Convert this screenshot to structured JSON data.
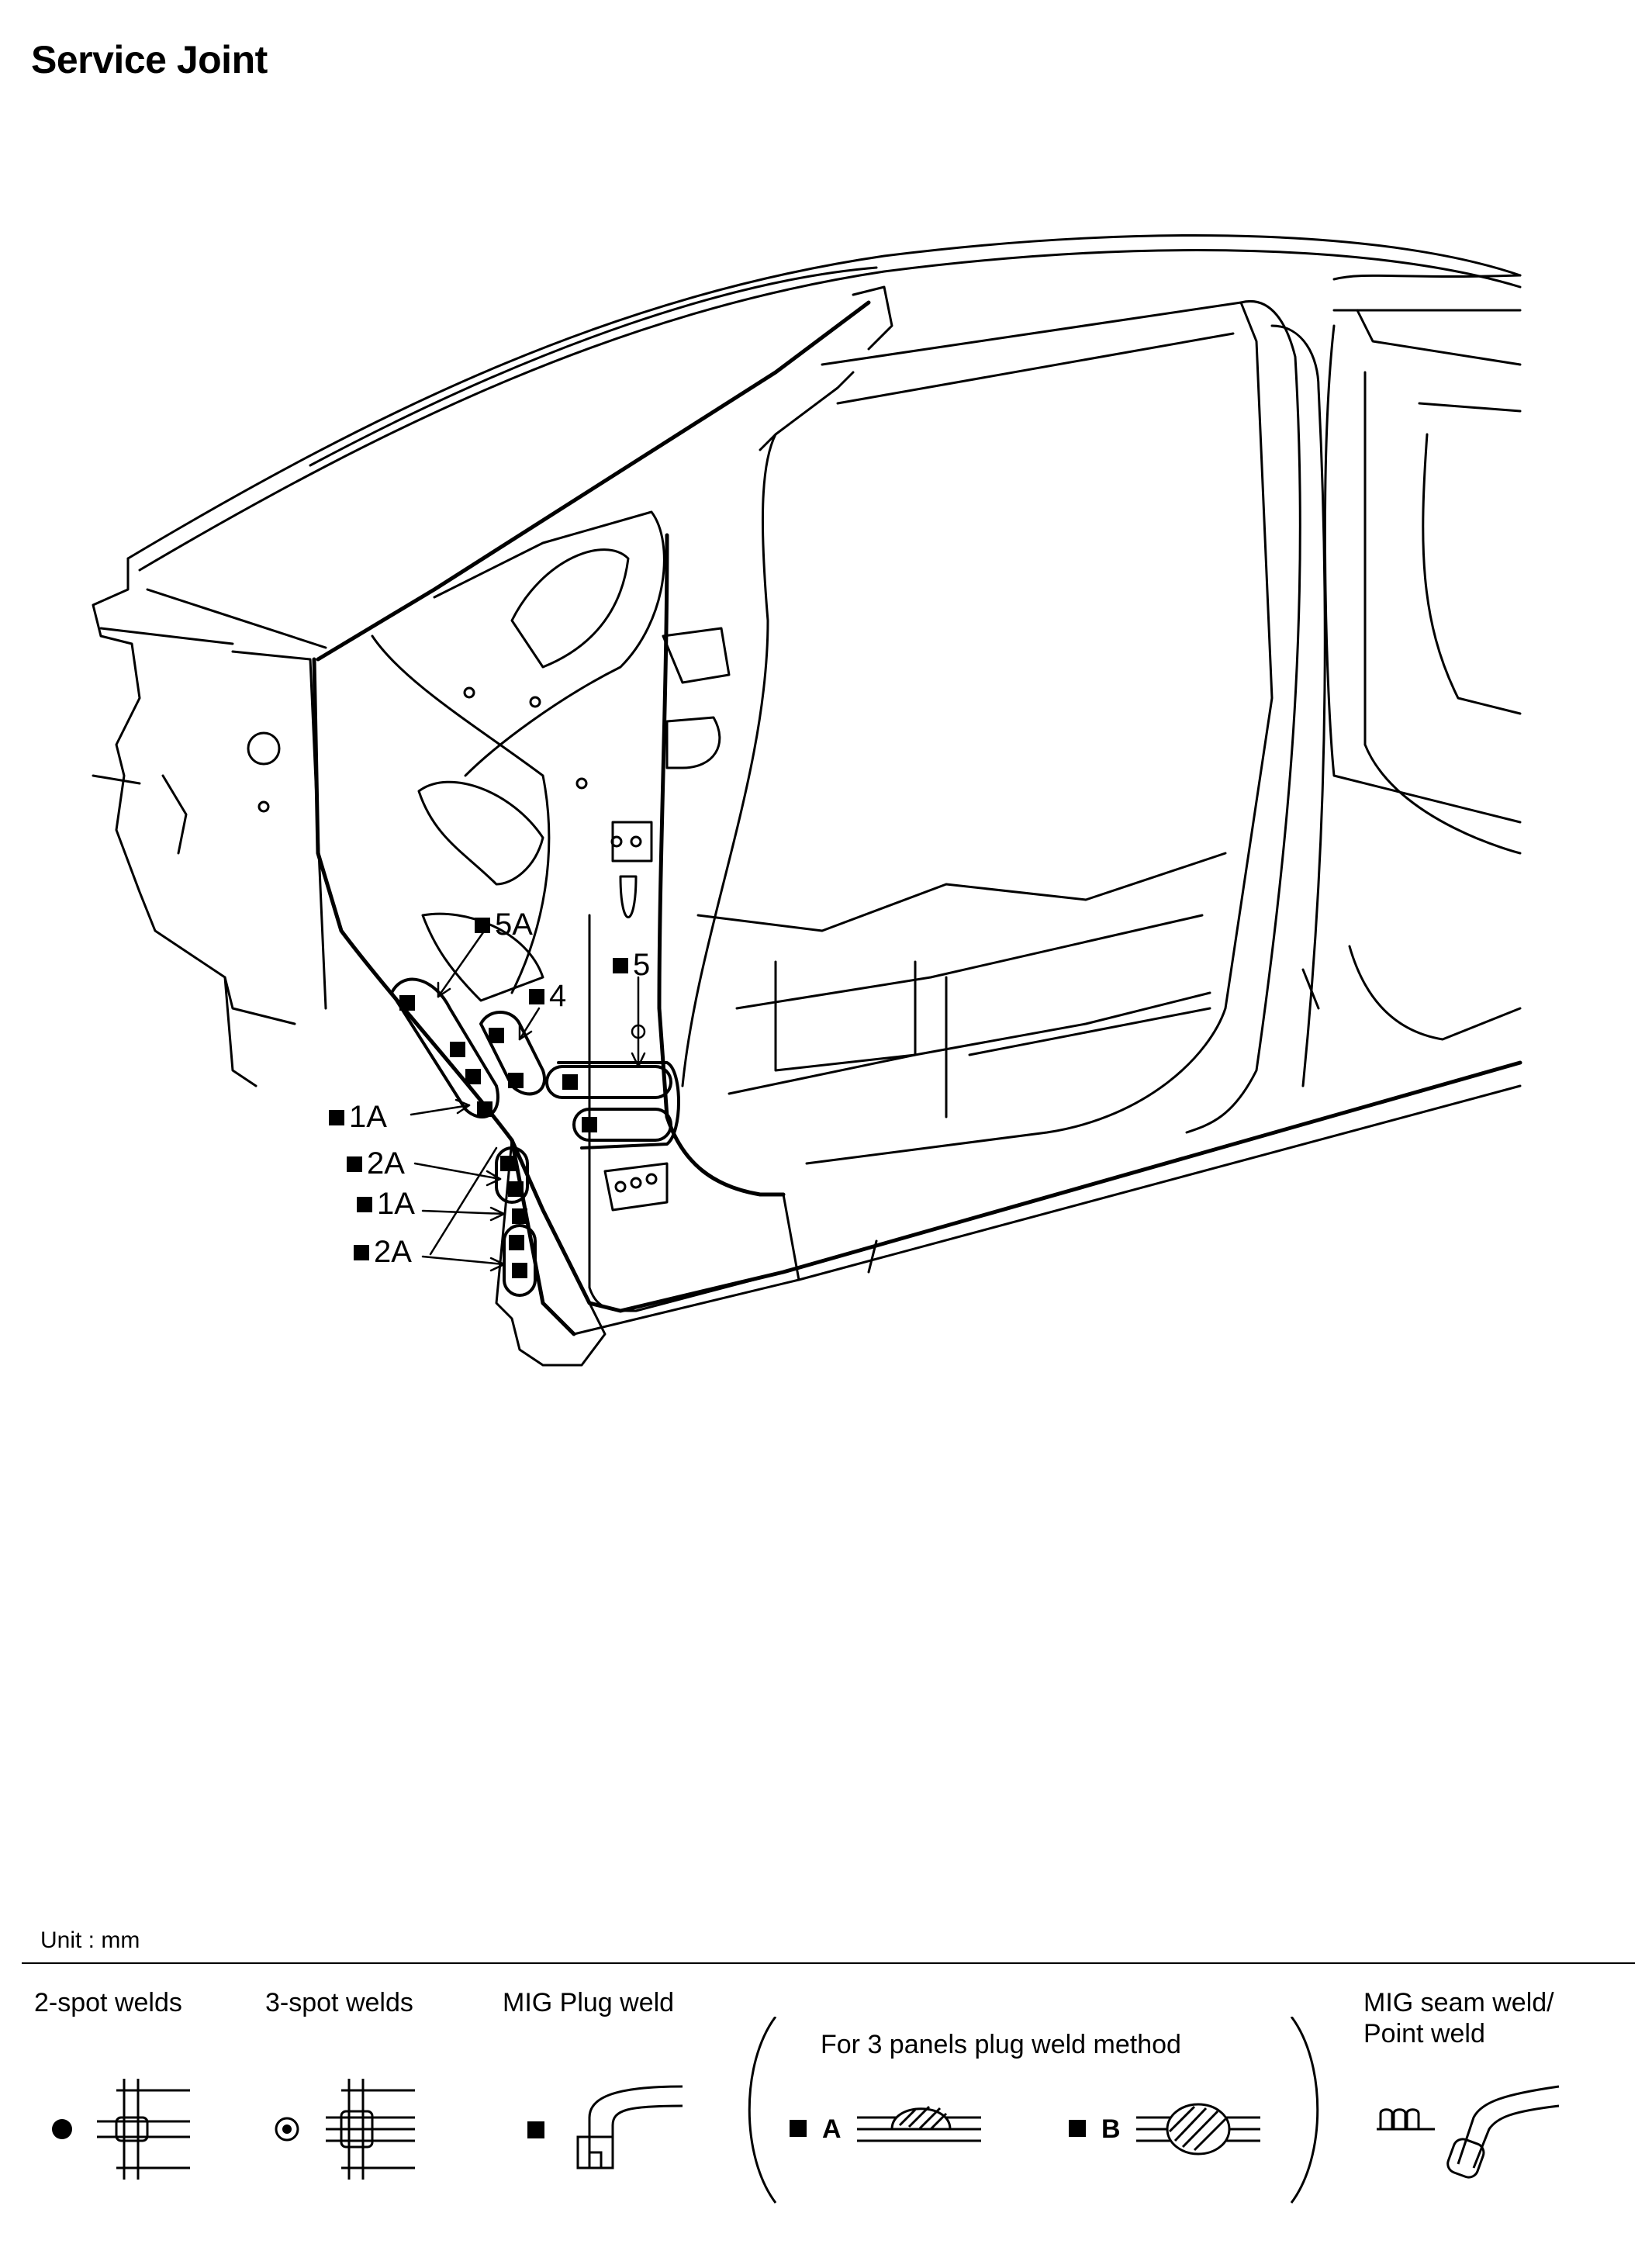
{
  "title": "Service Joint",
  "callouts": [
    {
      "id": "5A",
      "text": "5A"
    },
    {
      "id": "4",
      "text": "4"
    },
    {
      "id": "5",
      "text": "5"
    },
    {
      "id": "1A-upper",
      "text": "1A"
    },
    {
      "id": "2A-upper",
      "text": "2A"
    },
    {
      "id": "1A-lower",
      "text": "1A"
    },
    {
      "id": "2A-lower",
      "text": "2A"
    }
  ],
  "unit": "Unit : mm",
  "legend": {
    "two_spot": "2-spot welds",
    "three_spot": "3-spot welds",
    "mig_plug": "MIG Plug weld",
    "three_panels": "For 3 panels plug weld method",
    "method_a": "A",
    "method_b": "B",
    "mig_seam_line1": "MIG seam weld/",
    "mig_seam_line2": "Point weld"
  }
}
